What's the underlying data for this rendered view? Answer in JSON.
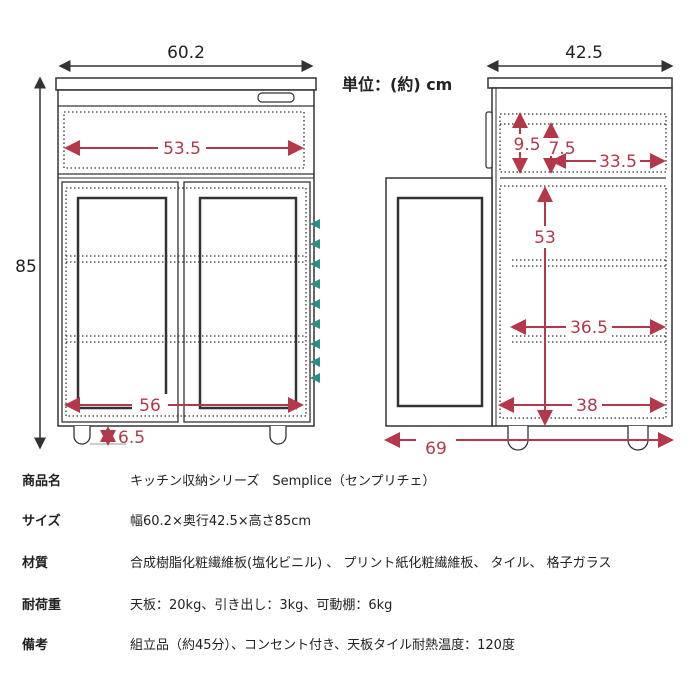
{
  "front": {
    "width_label": "60.2",
    "height_label": "85",
    "drawer_width_label": "53.5",
    "interior_width_label": "56",
    "foot_height_label": "6.5"
  },
  "unit_label": "単位：(約) cm",
  "side": {
    "depth_label": "42.5",
    "drawer_height_label": "9.5",
    "drawer_inner_height_label": "7.5",
    "drawer_depth_label": "33.5",
    "cabinet_height_label": "53",
    "shelf_depth_label": "36.5",
    "bottom_depth_label": "38",
    "total_depth_label": "69"
  },
  "colors": {
    "outline": "#333333",
    "dimension_red": "#b3394a",
    "arrow_teal": "#2a8f86",
    "handle_gray": "#999999"
  },
  "specs": [
    {
      "label": "商品名",
      "value": "キッチン収納シリーズ　Semplice（センプリチェ）"
    },
    {
      "label": "サイズ",
      "value": "幅60.2×奥行42.5×高さ85cm"
    },
    {
      "label": "材質",
      "value": "合成樹脂化粧繊維板(塩化ビニル) 、 プリント紙化粧繊維板、 タイル、 格子ガラス"
    },
    {
      "label": "耐荷重",
      "value": "天板：20kg、引き出し：3kg、可動棚：6kg"
    },
    {
      "label": "備考",
      "value": "組立品（約45分）、コンセント付き、天板タイル耐熱温度：120度"
    }
  ]
}
